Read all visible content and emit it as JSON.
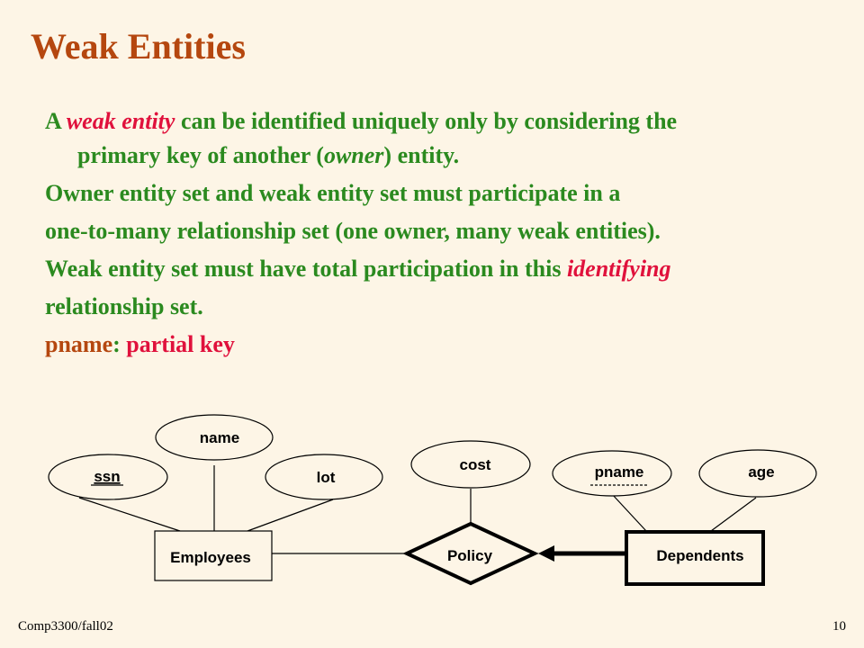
{
  "slide": {
    "title": "Weak Entities",
    "bullet1": {
      "a": "A ",
      "b": "weak entity",
      "c": " can be identified uniquely only by considering the",
      "d": "primary key of another (",
      "e": "owner",
      "f": ") entity."
    },
    "bullet2": {
      "line1": "Owner entity set and weak entity set must participate in a",
      "line2": "one-to-many relationship set (one owner, many weak entities)."
    },
    "bullet3": {
      "a": "Weak entity set must have total participation in this ",
      "b": "identifying",
      "line2": "relationship set."
    },
    "bullet4": {
      "a": "pname",
      "b": ": ",
      "c": "partial key"
    }
  },
  "diagram": {
    "attributes": {
      "ssn": "ssn",
      "name": "name",
      "lot": "lot",
      "cost": "cost",
      "pname": "pname",
      "age": "age"
    },
    "entities": {
      "employees": "Employees",
      "dependents": "Dependents"
    },
    "relationship": {
      "policy": "Policy"
    }
  },
  "footer": {
    "course": "Comp3300/fall02",
    "page": "10"
  }
}
